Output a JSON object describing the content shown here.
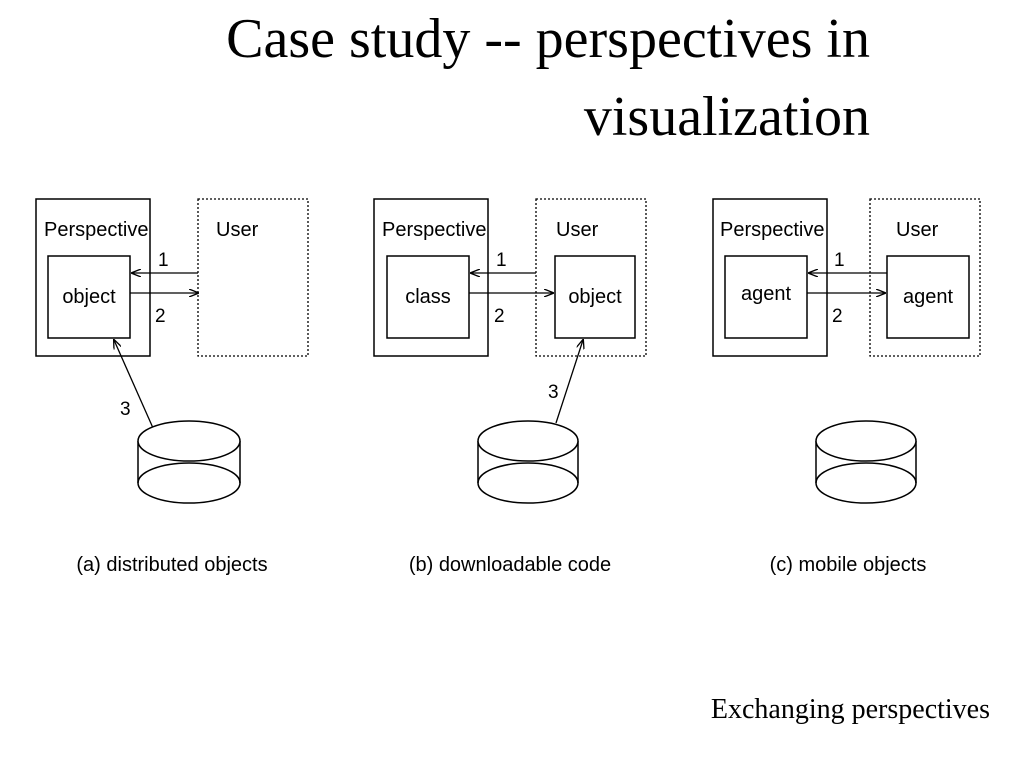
{
  "title": {
    "line1": "Case study -- perspectives in",
    "line2": "visualization"
  },
  "panels": [
    {
      "perspective_label": "Perspective",
      "inner_left": "object",
      "user_label": "User",
      "inner_right": "",
      "arrow1": "1",
      "arrow2": "2",
      "arrow3": "3",
      "caption": "(a) distributed objects"
    },
    {
      "perspective_label": "Perspective",
      "inner_left": "class",
      "user_label": "User",
      "inner_right": "object",
      "arrow1": "1",
      "arrow2": "2",
      "arrow3": "3",
      "caption": "(b) downloadable code"
    },
    {
      "perspective_label": "Perspective",
      "inner_left": "agent",
      "user_label": "User",
      "inner_right": "agent",
      "arrow1": "1",
      "arrow2": "2",
      "arrow3": "",
      "caption": "(c) mobile objects"
    }
  ],
  "footer": "Exchanging perspectives"
}
